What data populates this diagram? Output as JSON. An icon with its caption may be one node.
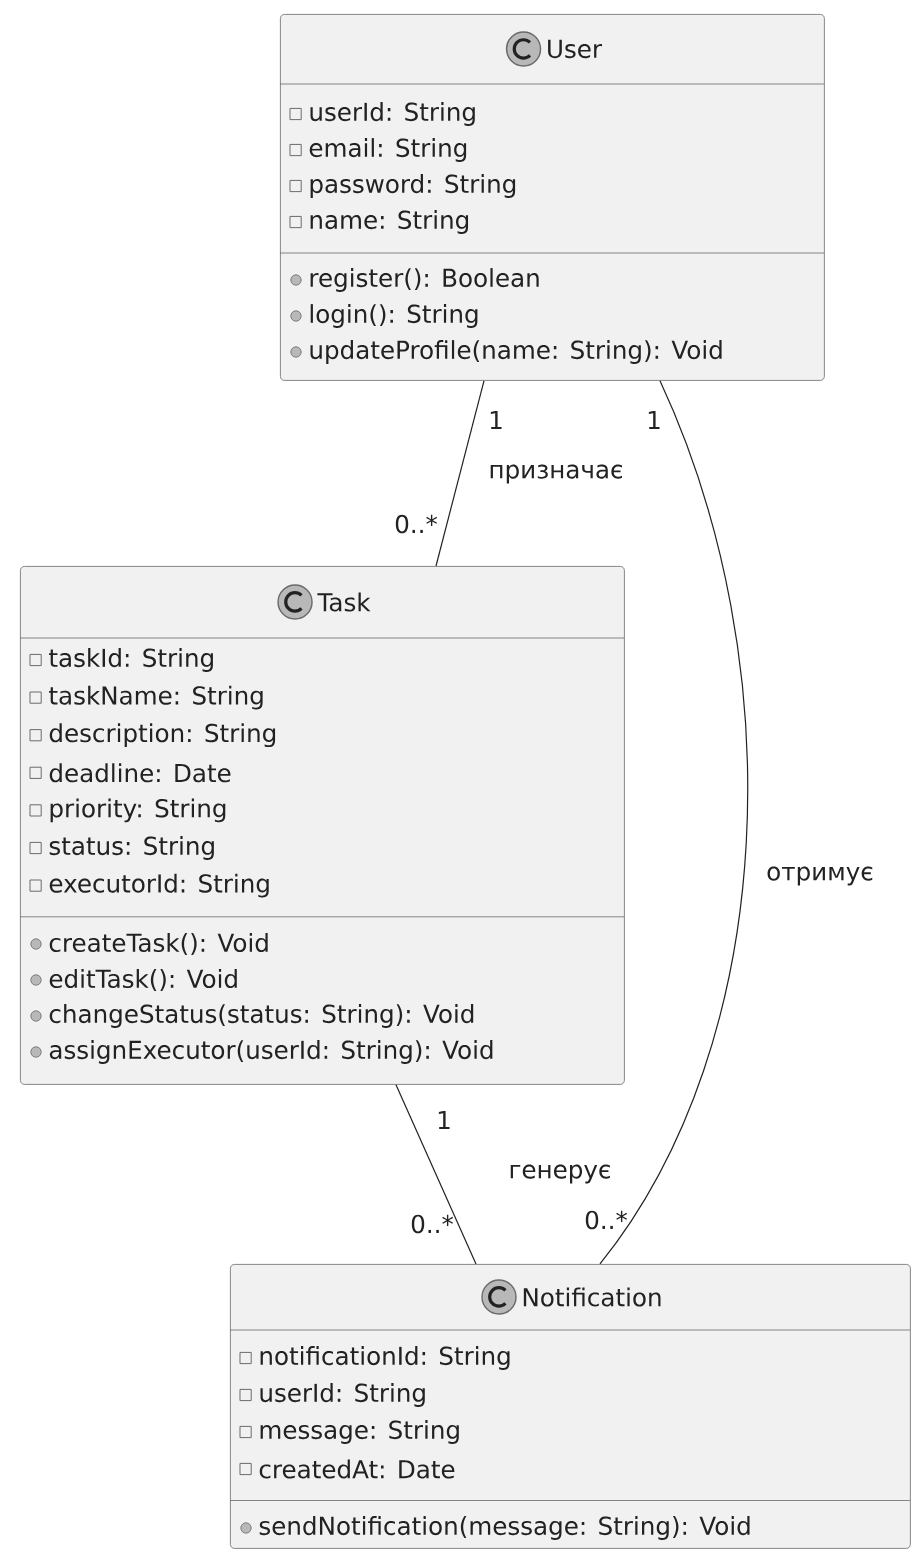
{
  "diagram": {
    "nodes": [
      {
        "text": [
          "User",
          "userId: String",
          "email: String",
          "password: String",
          "name: String",
          "register(): Boolean",
          "login(): String",
          "updateProfile(name: String): Void"
        ]
      },
      {
        "text": [
          "Task",
          "taskId: String",
          "taskName: String",
          "description: String",
          "deadline: Date",
          "priority: String",
          "status: String",
          "executorId: String",
          "createTask(): Void",
          "editTask(): Void",
          "changeStatus(status: String): Void",
          "assignExecutor(userId: String): Void"
        ]
      },
      {
        "text": [
          "Notification",
          "notificationId: String",
          "userId: String",
          "message: String",
          "createdAt: Date",
          "sendNotification(message: String): Void"
        ]
      }
    ],
    "edges": [
      {
        "from": 0,
        "to": 1,
        "arrow": "none",
        "label": "призначає"
      },
      {
        "from": 0,
        "to": 2,
        "arrow": "none",
        "label": "отримує"
      },
      {
        "from": 1,
        "to": 2,
        "arrow": "none",
        "label": "генерує"
      }
    ],
    "labels": [
      "1",
      "1",
      "0..*",
      "1",
      "0..*",
      "0..*"
    ]
  }
}
